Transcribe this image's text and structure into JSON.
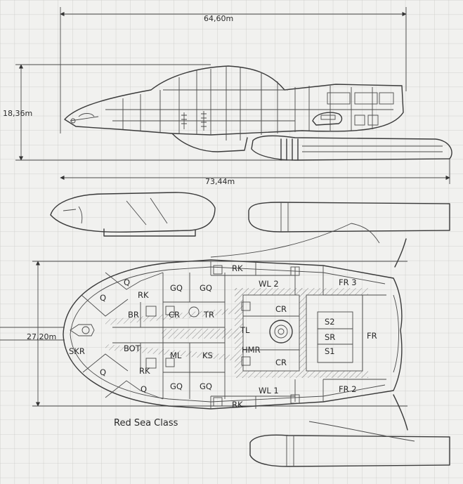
{
  "dimensions": {
    "length_top": "64,60m",
    "length_full": "73,44m",
    "height": "18,36m",
    "width": "27,20m"
  },
  "rooms": {
    "q_top1": "Q",
    "q_top2": "Q",
    "q_bot1": "Q",
    "q_bot2": "Q",
    "rk_fwd_top": "RK",
    "rk_fwd_bot": "RK",
    "rk_top": "RK",
    "rk_bot": "RK",
    "br": "BR",
    "bot": "BOT",
    "skr": "SKR",
    "gq1": "GQ",
    "gq2": "GQ",
    "gq3": "GQ",
    "gq4": "GQ",
    "cr1": "CR",
    "cr2": "CR",
    "cr3": "CR",
    "tr": "TR",
    "tl": "TL",
    "ml": "ML",
    "ks": "KS",
    "hmr": "HMR",
    "wl2": "WL 2",
    "wl1": "WL 1",
    "fr3": "FR 3",
    "fr2": "FR 2",
    "fr": "FR",
    "s2": "S2",
    "sr": "SR",
    "s1": "S1"
  },
  "caption": "Red Sea Class"
}
